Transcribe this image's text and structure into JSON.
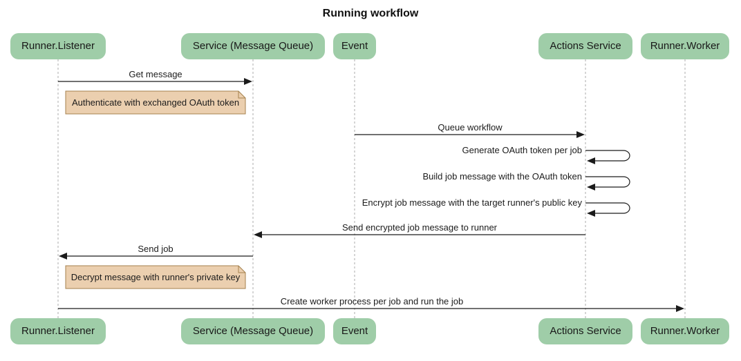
{
  "title": "Running workflow",
  "actors": [
    {
      "label": "Runner.Listener"
    },
    {
      "label": "Service (Message Queue)"
    },
    {
      "label": "Event"
    },
    {
      "label": "Actions Service"
    },
    {
      "label": "Runner.Worker"
    }
  ],
  "messages": [
    {
      "label": "Get message",
      "from": "Runner.Listener",
      "to": "Service (Message Queue)",
      "type": "solid-arrow"
    },
    {
      "label": "Queue workflow",
      "from": "Event",
      "to": "Actions Service",
      "type": "solid-arrow"
    },
    {
      "label": "Generate OAuth token per job",
      "from": "Actions Service",
      "to": "Actions Service",
      "type": "self-loop"
    },
    {
      "label": "Build job message with the OAuth token",
      "from": "Actions Service",
      "to": "Actions Service",
      "type": "self-loop"
    },
    {
      "label": "Encrypt job message with the target runner's public key",
      "from": "Actions Service",
      "to": "Actions Service",
      "type": "self-loop"
    },
    {
      "label": "Send encrypted job message to runner",
      "from": "Actions Service",
      "to": "Service (Message Queue)",
      "type": "solid-arrow"
    },
    {
      "label": "Send job",
      "from": "Service (Message Queue)",
      "to": "Runner.Listener",
      "type": "solid-arrow"
    },
    {
      "label": "Create worker process per job and run the job",
      "from": "Runner.Listener",
      "to": "Runner.Worker",
      "type": "solid-arrow"
    }
  ],
  "notes": [
    {
      "label": "Authenticate with exchanged OAuth token",
      "over": "Runner.Listener"
    },
    {
      "label": "Decrypt message with runner's private key",
      "over": "Runner.Listener"
    }
  ],
  "colors": {
    "actor_fill": "#9FCDA8",
    "note_fill": "#EBCFAF",
    "note_border": "#A5824D",
    "lifeline": "#ABABAB",
    "message": "#1B1B1B"
  }
}
